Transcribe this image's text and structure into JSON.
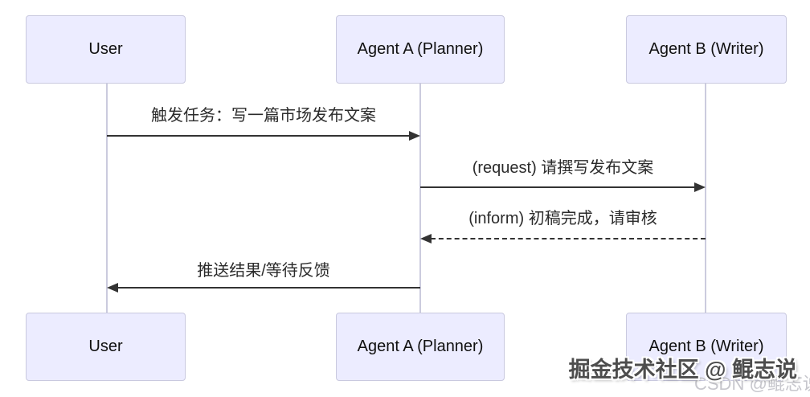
{
  "diagram_type": "sequence-diagram",
  "actors": [
    {
      "id": "user",
      "label": "User"
    },
    {
      "id": "agent-a",
      "label": "Agent A (Planner)"
    },
    {
      "id": "agent-b",
      "label": "Agent B (Writer)"
    }
  ],
  "messages": [
    {
      "from": "User",
      "to": "Agent A (Planner)",
      "label": "触发任务：写一篇市场发布文案",
      "line": "solid",
      "direction": "right"
    },
    {
      "from": "Agent A (Planner)",
      "to": "Agent B (Writer)",
      "label": "(request) 请撰写发布文案",
      "line": "solid",
      "direction": "right"
    },
    {
      "from": "Agent B (Writer)",
      "to": "Agent A (Planner)",
      "label": "(inform) 初稿完成，请审核",
      "line": "dashed",
      "direction": "left"
    },
    {
      "from": "Agent A (Planner)",
      "to": "User",
      "label": "推送结果/等待反馈",
      "line": "solid",
      "direction": "left"
    }
  ],
  "watermarks": {
    "primary": "掘金技术社区 @ 鲲志说",
    "secondary": "CSDN @鲲志说"
  },
  "colors": {
    "actor_fill": "#ECECFF",
    "actor_border": "#C9C9DF",
    "lifeline": "#CBCBDE",
    "arrow": "#333333"
  }
}
